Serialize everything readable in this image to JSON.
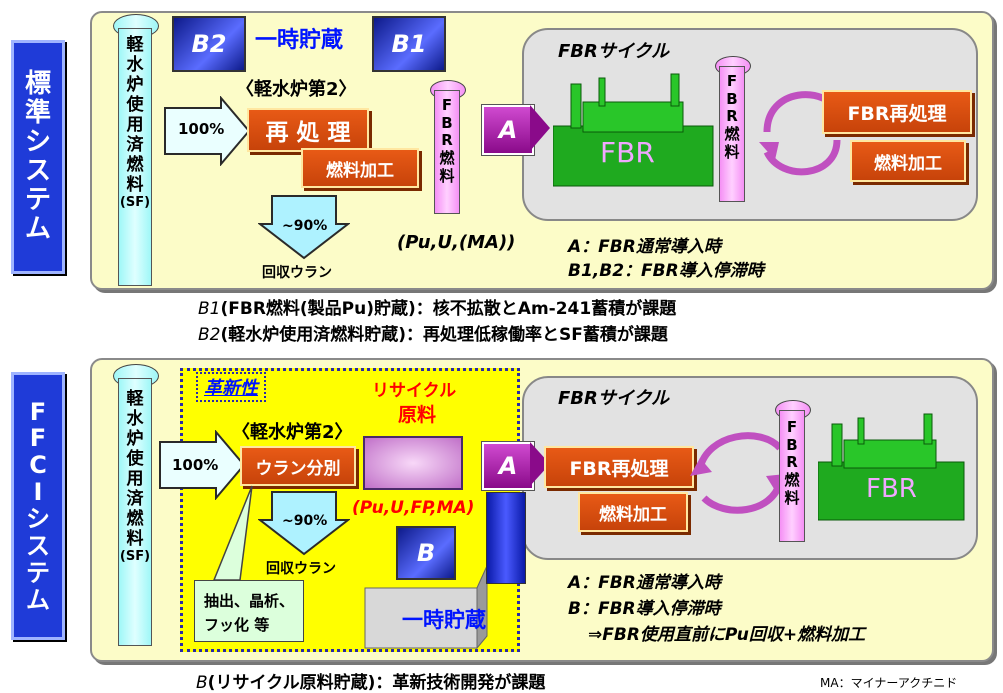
{
  "top": {
    "side_label": [
      "標",
      "準",
      "シ",
      "ス",
      "テ",
      "ム"
    ],
    "lwr_column": [
      "軽",
      "水",
      "炉",
      "使",
      "用",
      "済",
      "燃",
      "料",
      "(SF)"
    ],
    "b2": "B2",
    "b1": "B1",
    "temp_storage": "一時貯蔵",
    "lwr_second": "〈軽水炉第2〉",
    "pct100": "100%",
    "reprocess": "再 処 理",
    "fuel_fab": "燃料加工",
    "pct90": "~90%",
    "recovered_u": "回収ウラン",
    "fbr_fuel_column": [
      "F",
      "B",
      "R",
      "燃",
      "料"
    ],
    "a": "A",
    "fbr_cycle": "FBRサイクル",
    "fbr": "FBR",
    "fbr_fuel_column2": [
      "F",
      "B",
      "R",
      "燃",
      "料"
    ],
    "fbr_reprocess": "FBR再処理",
    "fbr_fuel_fab": "燃料加工",
    "composition": "(Pu,U,(MA))",
    "note_a": "A：FBR通常導入時",
    "note_b": "B1,B2：FBR導入停滞時",
    "issue_b1_head": "B1",
    "issue_b1": "(FBR燃料(製品Pu)貯蔵)：核不拡散とAm-241蓄積が課題",
    "issue_b2_head": "B2",
    "issue_b2": "(軽水炉使用済燃料貯蔵)：再処理低稼働率とSF蓄積が課題"
  },
  "bottom": {
    "side_label": [
      "F",
      "F",
      "C",
      "I",
      "シ",
      "ス",
      "テ",
      "ム"
    ],
    "lwr_column": [
      "軽",
      "水",
      "炉",
      "使",
      "用",
      "済",
      "燃",
      "料",
      "(SF)"
    ],
    "innovation": "革新性",
    "lwr_second": "〈軽水炉第2〉",
    "pct100": "100%",
    "u_sep": "ウラン分別",
    "pct90": "~90%",
    "recovered_u": "回収ウラン",
    "methods": [
      "抽出、晶析、",
      "フッ化 等"
    ],
    "recycle_material_1": "リサイクル",
    "recycle_material_2": "原料",
    "composition": "(Pu,U,FP,MA)",
    "b": "B",
    "temp_storage": "一時貯蔵",
    "a": "A",
    "fbr_cycle": "FBRサイクル",
    "fbr_reprocess": "FBR再処理",
    "fbr_fuel_fab": "燃料加工",
    "fbr_fuel_column": [
      "F",
      "B",
      "R",
      "燃",
      "料"
    ],
    "fbr": "FBR",
    "note_a": "A：FBR通常導入時",
    "note_b": "B：FBR導入停滞時",
    "note_c": "⇒FBR使用直前にPu回収+燃料加工",
    "issue_head": "B",
    "issue": "(リサイクル原料貯蔵)：革新技術開発が課題",
    "footnote": "MA：マイナーアクチニド"
  }
}
